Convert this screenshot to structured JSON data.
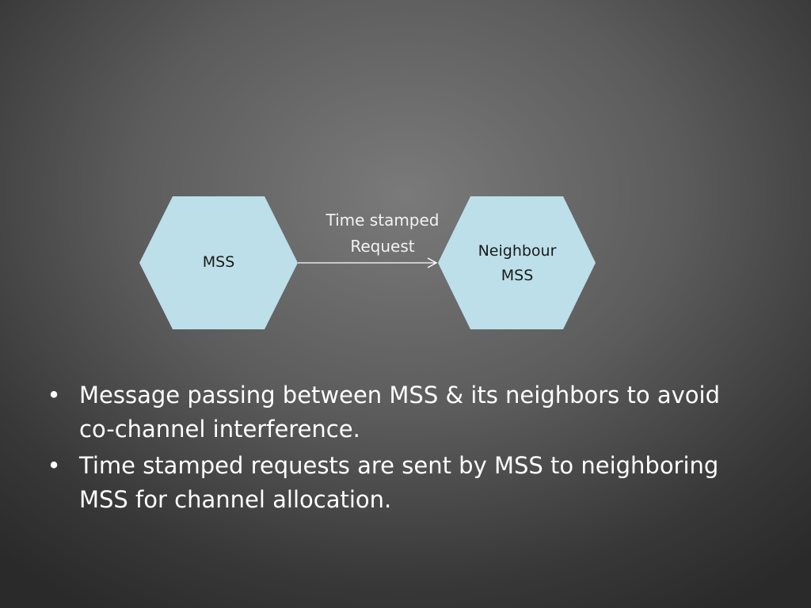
{
  "diagram": {
    "nodes": [
      {
        "id": "mss",
        "label": "MSS"
      },
      {
        "id": "neighbour",
        "label_line1": "Neighbour",
        "label_line2": "MSS"
      }
    ],
    "edge": {
      "from": "mss",
      "to": "neighbour",
      "label_line1": "Time stamped",
      "label_line2": "Request"
    },
    "colors": {
      "node_fill": "#bcdfe9",
      "edge": "#ffffff",
      "node_text": "#1a1a1a",
      "edge_text": "#f2f2f2"
    }
  },
  "bullets": {
    "marker": "•",
    "items": [
      {
        "line1": "Message passing between MSS & its neighbors  to avoid",
        "line2": "co-channel interference."
      },
      {
        "line1": "Time stamped requests are sent by MSS to neighboring",
        "line2": "MSS for channel allocation."
      }
    ]
  }
}
